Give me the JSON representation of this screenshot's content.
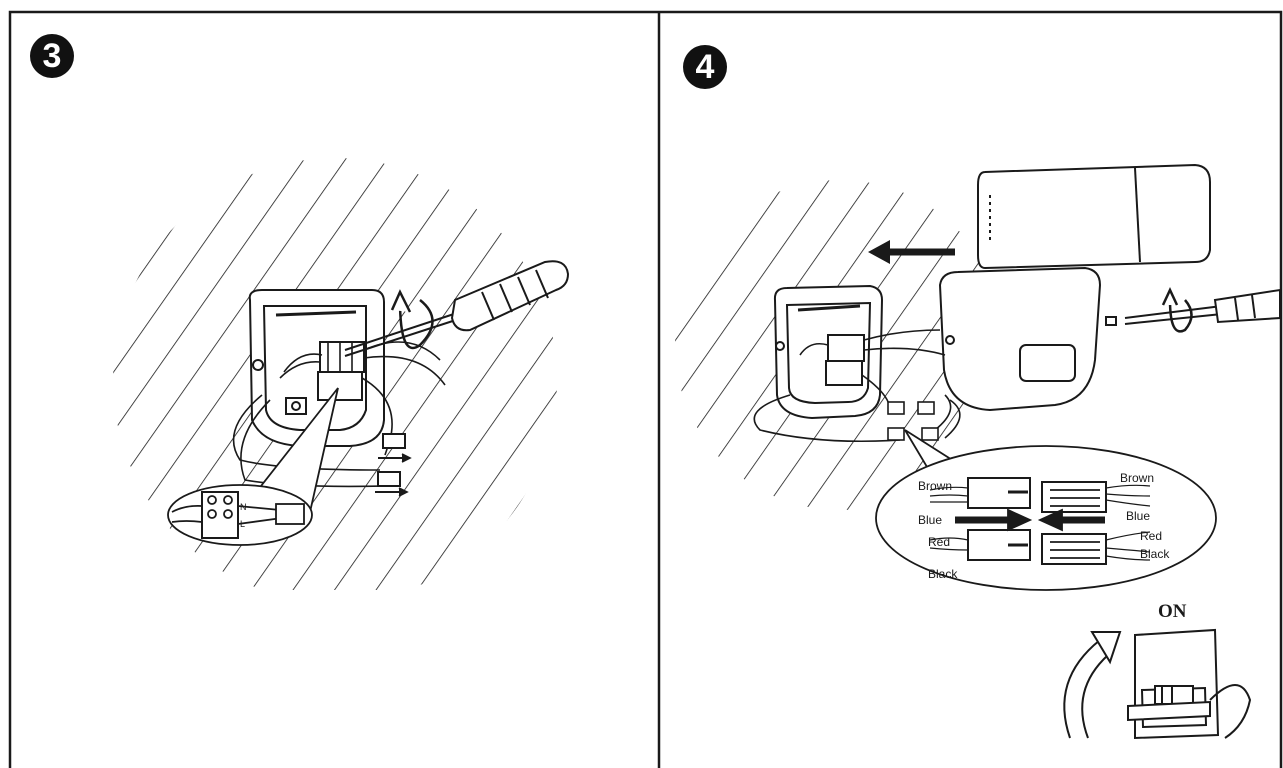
{
  "steps": [
    {
      "number": "3"
    },
    {
      "number": "4"
    }
  ],
  "wiring_labels": {
    "terminal_n": "N",
    "terminal_l": "L",
    "brown_left": "Brown",
    "blue_left": "Blue",
    "red_left": "Red",
    "black_left": "Black",
    "brown_right": "Brown",
    "blue_right": "Blue",
    "red_right": "Red",
    "black_right": "Black"
  },
  "switch_label": "ON",
  "colors": {
    "line": "#1a1a1a",
    "background": "#ffffff"
  }
}
